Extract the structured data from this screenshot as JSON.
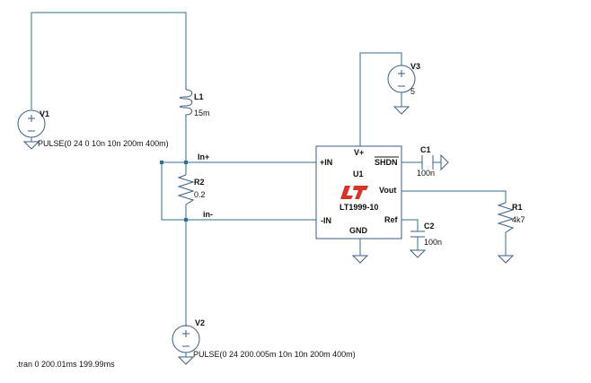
{
  "schematic": {
    "colors": {
      "wire": "#2f6f8f",
      "component": "#3c5e86",
      "ic_fill": "#ffffff",
      "logo": "#d3352a",
      "text": "#111111"
    },
    "sources": {
      "v1": {
        "name": "V1",
        "value": "PULSE(0 24 0 10n 10n 200m 400m)"
      },
      "v2": {
        "name": "V2",
        "value": "PULSE(0 24 200.005m 10n 10n 200m 400m)"
      },
      "v3": {
        "name": "V3",
        "value": "5"
      }
    },
    "inductor": {
      "name": "L1",
      "value": "15m"
    },
    "resistors": {
      "r1": {
        "name": "R1",
        "value": "4k7"
      },
      "r2": {
        "name": "R2",
        "value": "0.2"
      }
    },
    "capacitors": {
      "c1": {
        "name": "C1",
        "value": "100n"
      },
      "c2": {
        "name": "C2",
        "value": "100n"
      }
    },
    "net_labels": {
      "in_plus": "In+",
      "in_minus": "in-"
    },
    "ic": {
      "ref": "U1",
      "part": "LT1999-10",
      "logo_icon": "lt-logo-icon",
      "pins": {
        "vplus": "V+",
        "shdn": "SHDN",
        "plus_in": "+IN",
        "minus_in": "-IN",
        "vout": "Vout",
        "ref": "Ref",
        "gnd": "GND"
      }
    },
    "directive": ".tran 0 200.01ms 199.99ms"
  }
}
